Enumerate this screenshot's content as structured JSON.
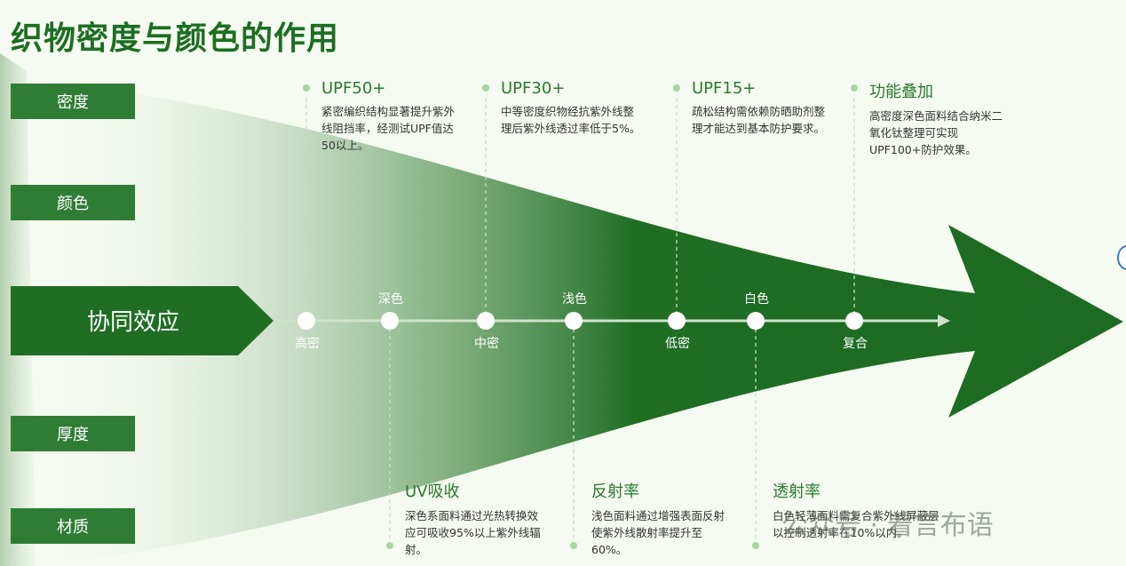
{
  "title": "织物密度与颜色的作用",
  "left_labels": [
    "密度",
    "颜色",
    "厚度",
    "材质"
  ],
  "center": "协同效应",
  "nodes": [
    "高密",
    "深色",
    "中密",
    "浅色",
    "低密",
    "白色",
    "复合"
  ],
  "top_callouts": [
    {
      "title": "UPF50+",
      "desc": "紧密编织结构显著提升紫外线阻挡率，经测试UPF值达50以上。"
    },
    {
      "title": "UPF30+",
      "desc": "中等密度织物经抗紫外线整理后紫外线透过率低于5%。"
    },
    {
      "title": "UPF15+",
      "desc": "疏松结构需依赖防晒助剂整理才能达到基本防护要求。"
    },
    {
      "title": "功能叠加",
      "desc": "高密度深色面料结合纳米二氧化钛整理可实现UPF100+防护效果。"
    }
  ],
  "bottom_callouts": [
    {
      "title": "UV吸收",
      "desc": "深色系面料通过光热转换效应可吸收95%以上紫外线辐射。"
    },
    {
      "title": "反射率",
      "desc": "浅色面料通过增强表面反射使紫外线散射率提升至60%。"
    },
    {
      "title": "透射率",
      "desc": "白色轻薄面料需复合紫外线屏蔽层以控制透射率在10%以内。"
    }
  ],
  "watermark": "公众号 · 着言布语",
  "colors": {
    "primary": "#1d6e22",
    "box": "#2f7d35",
    "background": "#f5fbf0"
  }
}
